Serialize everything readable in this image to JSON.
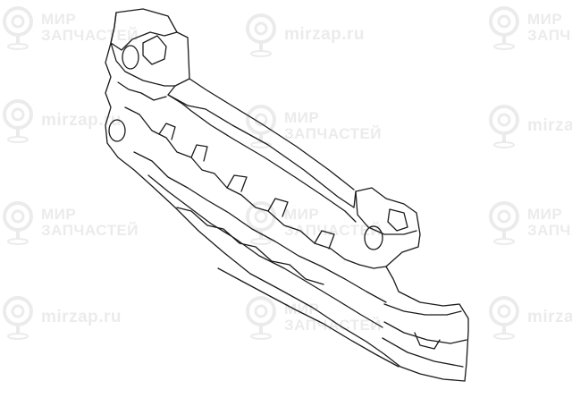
{
  "watermarks": [
    {
      "id": "wm-0",
      "lines": [
        "МИР",
        "ЗАПЧАСТЕЙ"
      ]
    },
    {
      "id": "wm-1",
      "lines": [
        "mirzap.ru"
      ]
    },
    {
      "id": "wm-2",
      "lines": [
        "МИР",
        "ЗАПЧАСТЕЙ"
      ]
    },
    {
      "id": "wm-3",
      "lines": [
        "mirzap.ru"
      ]
    },
    {
      "id": "wm-4",
      "lines": [
        "МИР",
        "ЗАПЧАСТЕЙ"
      ]
    },
    {
      "id": "wm-5",
      "lines": [
        "mirzap.ru"
      ]
    },
    {
      "id": "wm-6",
      "lines": [
        "МИР",
        "ЗАПЧАСТЕЙ"
      ]
    },
    {
      "id": "wm-7",
      "lines": [
        "МИР",
        "ЗАПЧАСТЕЙ"
      ]
    },
    {
      "id": "wm-8",
      "lines": [
        "МИР",
        "ЗАПЧАСТЕЙ"
      ]
    },
    {
      "id": "wm-9",
      "lines": [
        "mirzap.ru"
      ]
    },
    {
      "id": "wm-10",
      "lines": [
        "МИР",
        "ЗАПЧАСТЕЙ"
      ]
    },
    {
      "id": "wm-11",
      "lines": [
        "mirzap.ru"
      ]
    }
  ],
  "colors": {
    "line": "#1a1a1a",
    "watermark": "#8a8a8a",
    "background": "#ffffff"
  },
  "icons": {
    "watermark_logo": "map-pin-icon"
  }
}
